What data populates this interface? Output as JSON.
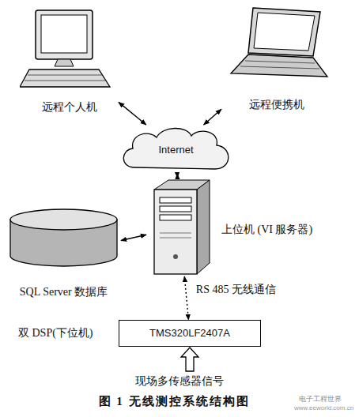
{
  "diagram": {
    "caption": "图 1 无线测控系统结构图",
    "nodes": [
      {
        "text": [
          "远程个人机"
        ]
      },
      {
        "text": [
          "远程便携机"
        ]
      },
      {
        "text": [
          "Internet"
        ]
      },
      {
        "text": [
          "上位机 (VI 服务器)"
        ]
      },
      {
        "text": [
          "SQL Server 数据库"
        ]
      },
      {
        "text": [
          "TMS320LF2407A",
          "双 DSP(下位机)"
        ]
      }
    ],
    "edges": [
      {
        "from": 0,
        "to": 2,
        "arrow": "both"
      },
      {
        "from": 1,
        "to": 2,
        "arrow": "both"
      },
      {
        "from": 2,
        "to": 3,
        "arrow": "both"
      },
      {
        "from": 4,
        "to": 3,
        "arrow": "both"
      },
      {
        "from": 3,
        "to": 5,
        "label": "RS 485 无线通信",
        "arrow": "both"
      }
    ],
    "labels": [
      "现场多传感器信号",
      "电子工程世界",
      "www.eeworld.com.cn"
    ]
  }
}
